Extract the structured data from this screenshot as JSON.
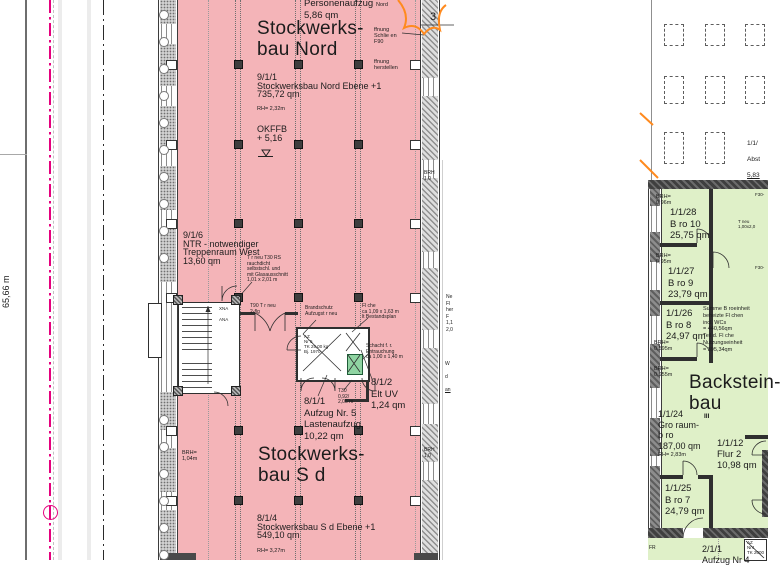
{
  "colors": {
    "pink_fill": "#f4b4b8",
    "green_fill": "#dff0c8",
    "shaft_green": "#8fd4a2",
    "magenta_boundary": "#e5007d",
    "orange_revision": "#ff8a1e",
    "wall_dark": "#3f3f3f"
  },
  "left_margin": {
    "dim_vertical": "65,66 m"
  },
  "stockwerksbau": {
    "top_note": [
      "Personenaufzug",
      "5,86 qm"
    ],
    "nord_title": [
      "Stockwerks-",
      "bau Nord"
    ],
    "nord_room": [
      "9/1/1",
      "Stockwerksbau Nord Ebene +1",
      "735,72 qm"
    ],
    "nord_rh": "RH= 2,32m",
    "okffb": [
      "OKFFB",
      "+ 5,16"
    ],
    "treppenraum": [
      "9/1/6",
      "NTR - notwendiger",
      "Treppenraum West",
      "13,60 qm"
    ],
    "note_t30rs": [
      "T r neu T30 RS",
      "rauchdicht",
      "selbstschl. und",
      "mit Glasausschnitt",
      "1,01 x 2,01 m"
    ],
    "note_t90": [
      "T90 T r neu",
      "2-flg"
    ],
    "stair_label_1": "XNA",
    "stair_label_2": "ANA",
    "note_brandschutz": [
      "Brandschutz",
      "Aufzugst r neu"
    ],
    "note_flaeche": [
      "Fl che",
      "ca 1,09 x 1,63 m",
      "lt Bestandsplan"
    ],
    "az5": [
      "AZ",
      "Nr 5",
      "TK 25,00 kg",
      "Bj. 1970"
    ],
    "note_schacht": [
      "Schacht f. r.",
      "Entrauchung",
      "ca 1,00 x 1,40 m"
    ],
    "elt_uv": [
      "8/1/2",
      "Elt UV",
      "1,24 qm"
    ],
    "note_t30_door": [
      "T30",
      "0,92/",
      "2,05 m"
    ],
    "aufzug5_room": [
      "8/1/1",
      "Aufzug Nr. 5",
      "Lastenaufzug",
      "10,22 qm"
    ],
    "sued_title": [
      "Stockwerks-",
      "bau S d"
    ],
    "sued_room": [
      "8/1/4",
      "Stockwerksbau S d Ebene +1",
      "549,10 qm"
    ],
    "sued_rh": "RH= 3,27m",
    "brh_right_top": [
      "BRH",
      "1,0"
    ],
    "brh_left": [
      "BRH=",
      "1,04m"
    ],
    "brh_right_bottom": [
      "BRH",
      "1,0"
    ],
    "nord_fragment": "Nord",
    "oeffnung_schliessen": [
      "ffnung",
      "Schlie en",
      "F90"
    ],
    "oeffnung_herstellen": [
      "ffnung",
      "herstellen"
    ],
    "axis_label_3": "3"
  },
  "gap": {
    "clip1": [
      "Ne",
      "Fl",
      "her",
      "F",
      "1,1",
      "2,0"
    ],
    "clip2": [
      "W",
      "d",
      "an"
    ]
  },
  "white_room": {
    "abstell": [
      "1/1/",
      "Abst",
      "5,83"
    ]
  },
  "backsteinbau": {
    "title": [
      "Backstein-",
      "bau"
    ],
    "brh_096": [
      "BRH=",
      "0,96m"
    ],
    "buero10": [
      "1/1/28",
      "B ro 10",
      "25,75 qm"
    ],
    "brh_095": [
      "BRH=",
      "0,95m"
    ],
    "buero9": [
      "1/1/27",
      "B ro 9",
      "23,79 qm"
    ],
    "buero8": [
      "1/1/26",
      "B ro 8",
      "24,97 qm"
    ],
    "brh_0595": [
      "BRH=",
      "0,595m"
    ],
    "brh_0955": [
      "BRH=",
      "0,955m"
    ],
    "summe": [
      "Summe B roeinheit",
      "beheizte Fl chen",
      "incl. WCs",
      "= 440,56qm",
      "Teil d. Fl che",
      "Nutzungseinheit",
      "= 395,34qm"
    ],
    "grossraum": [
      "1/1/24",
      "Gro raum-",
      "b ro",
      "187,00 qm"
    ],
    "grossraum_rh": "RH= 2,83m",
    "flur2": [
      "1/1/12",
      "Flur 2",
      "10,98 qm"
    ],
    "buero7": [
      "1/1/25",
      "B ro 7",
      "24,79 qm"
    ],
    "aufzug4": [
      "2/1/1",
      "Aufzug Nr 4"
    ],
    "az4": [
      "AZ",
      "Nr4",
      "TK 2000"
    ],
    "fr": "FR",
    "roman": "III",
    "t_neu": [
      "T neu",
      "1,00x2,0"
    ],
    "f30_top": "F30-",
    "f30_mid": "F30-"
  }
}
